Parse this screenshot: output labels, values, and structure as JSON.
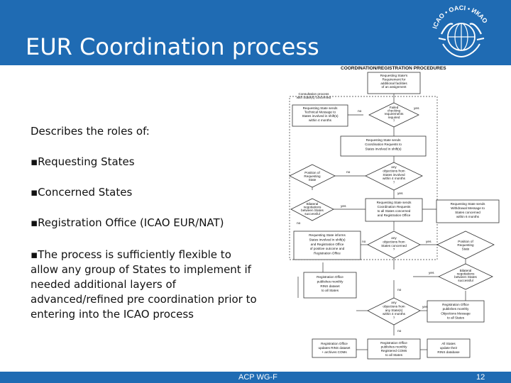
{
  "slide": {
    "title": "EUR Coordination process",
    "bullets": {
      "intro": "Describes the roles of:",
      "b1": "Requesting States",
      "b2": "Concerned States",
      "b3": "Registration Office (ICAO EUR/NAT)",
      "b4": "The process is sufficiently flexible to allow any group of States to implement if needed additional layers of advanced/refined pre coordination prior to entering into the ICAO process"
    },
    "footer": {
      "center": "ACP WG-F",
      "page": "12"
    }
  },
  "logo": {
    "text": "ICAO • OACI • ИКАО"
  },
  "flowchart": {
    "title": "COORDINATION/REGISTRATION PROCEDURES",
    "start": [
      "Requesting State's",
      "Requirement for",
      "additional facilities",
      "of an assignment"
    ],
    "note_top": [
      "Consultation process",
      "with State(s) concerned"
    ],
    "b_send_tech": [
      "Requesting State sends",
      "Technical Message to",
      "States involved in shift(s)",
      "within 4 months"
    ],
    "d_failed": [
      "Failed",
      "checking",
      "requirements",
      "required",
      "?"
    ],
    "b_send_coord": [
      "Requesting State sends",
      "Coordination Requests to",
      "States involved in shift(s)"
    ],
    "d_position": [
      "Position of",
      "Requesting",
      "State"
    ],
    "d_objections": [
      "any",
      "objections from",
      "States involved",
      "within 4 months",
      "?"
    ],
    "b_bilateral": [
      "Bilateral",
      "negotiations",
      "between States",
      "successful"
    ],
    "b_send_all": [
      "Requesting State sends",
      "Coordination Requests",
      "to all States concerned",
      "and Registration Office"
    ],
    "b_withdraw": [
      "Requesting State sends",
      "Withdrawal Message to",
      "States concerned",
      "within 6 months"
    ],
    "b_informs": [
      "Requesting State informs",
      "States involved in shift(s)",
      "and Registration Office",
      "of positive outcome and",
      "Registration Office"
    ],
    "d_obj2": [
      "any",
      "objections from",
      "States concerned",
      "?"
    ],
    "d_position2": [
      "Position of",
      "Requesting",
      "State"
    ],
    "b_publish": [
      "Registration Office",
      "publishes monthly",
      "RINS dataset",
      "to all States"
    ],
    "d_bilateral2": [
      "Bilateral",
      "negotiations",
      "between States",
      "successful"
    ],
    "d_obj3": [
      "any",
      "objections from",
      "any State(s)",
      "within 4 months",
      "?"
    ],
    "b_reg_office": [
      "Registration Office",
      "publishes monthly",
      "Objections Message",
      "to all States"
    ],
    "b_reg1": [
      "Registration Office",
      "updates RINS dataset",
      "+ archives COMs"
    ],
    "b_reg2": [
      "Registration Office",
      "publishes monthly",
      "Registered COMs",
      "to all States"
    ],
    "b_allstates": [
      "All States",
      "update their",
      "RINS database"
    ],
    "labels": {
      "yes": "yes",
      "no": "no"
    }
  },
  "colors": {
    "header_bg": "#1f6bb3",
    "title_text": "#ffffff",
    "body_text": "#111111"
  }
}
